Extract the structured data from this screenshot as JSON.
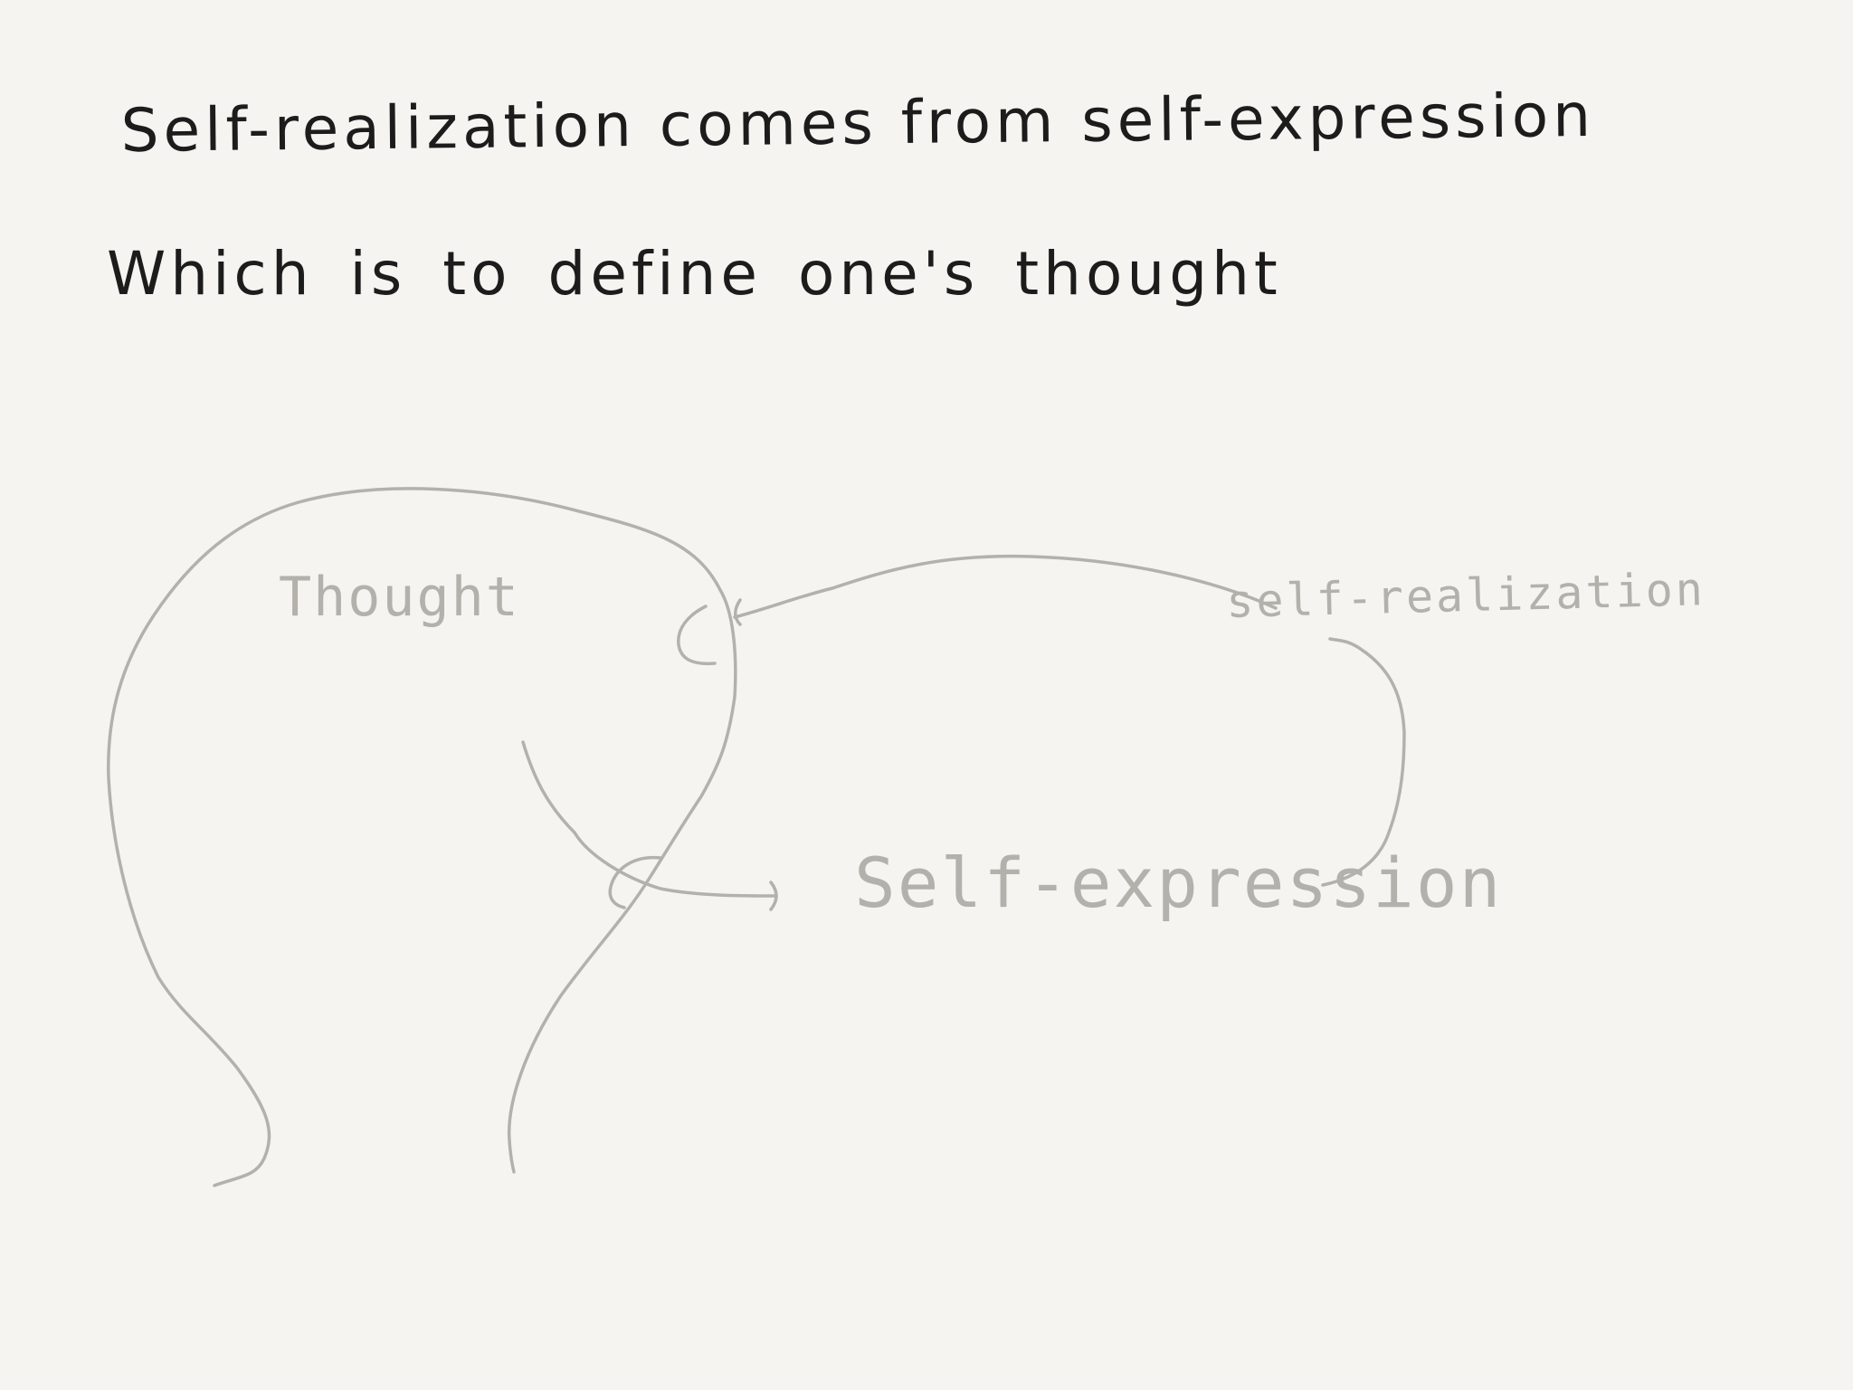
{
  "note": {
    "line1": "Self-realization  comes from  self-expression",
    "line2": "Which is to define  one's thought"
  },
  "diagram": {
    "thought_label": "Thought",
    "self_expression_label": "Self-expression",
    "self_realization_label": "self-realization"
  },
  "colors": {
    "background": "#f5f4f0",
    "ink_dark": "#1c1c1c",
    "ink_light": "#b3b1ab"
  }
}
